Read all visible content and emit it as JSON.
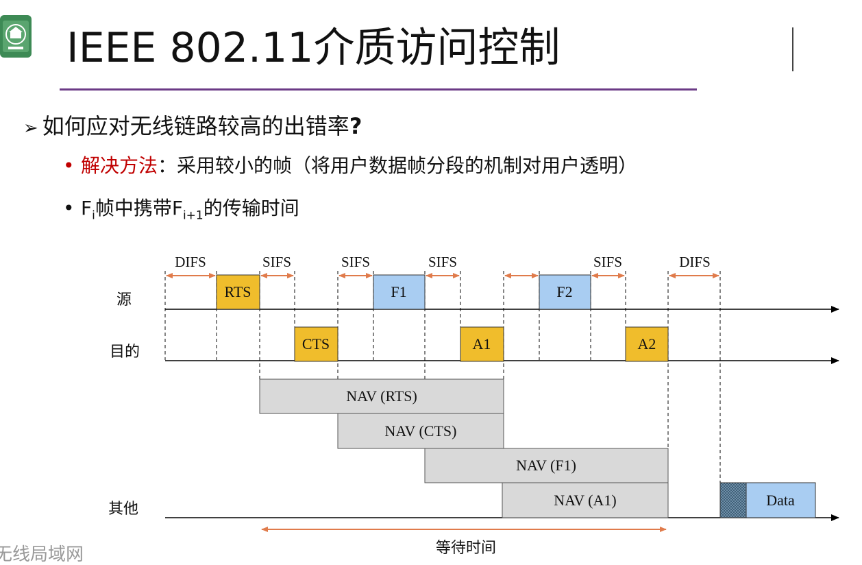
{
  "header": {
    "title": "IEEE 802.11介质访问控制"
  },
  "question": {
    "arrow": "➢",
    "text_main": "如何应对无线链路较高的出错率",
    "text_mark": "?"
  },
  "bullets": [
    {
      "dot": "•",
      "highlight": "解决方法",
      "rest": "：采用较小的帧（将用户数据帧分段的机制对用户透明）"
    },
    {
      "dot": "•",
      "p1": "F",
      "sub1": "i",
      "p2": "帧中携带F",
      "sub2": "i+1",
      "p3": "的传输时间"
    }
  ],
  "diagram": {
    "row_labels": {
      "source": "源",
      "dest": "目的",
      "other": "其他"
    },
    "intervals": [
      "DIFS",
      "SIFS",
      "SIFS",
      "SIFS",
      "SIFS",
      "DIFS"
    ],
    "frames": {
      "rts": "RTS",
      "cts": "CTS",
      "f1": "F1",
      "a1": "A1",
      "f2": "F2",
      "a2": "A2"
    },
    "nav": [
      "NAV (RTS)",
      "NAV (CTS)",
      "NAV (F1)",
      "NAV (A1)"
    ],
    "data": "Data",
    "wait": "等待时间",
    "colors": {
      "gold": "#f0bd2c",
      "blue": "#a9cdf2",
      "gray": "#d9d9d9",
      "arrow": "#e07b4b"
    }
  },
  "footer": "无线局域网"
}
